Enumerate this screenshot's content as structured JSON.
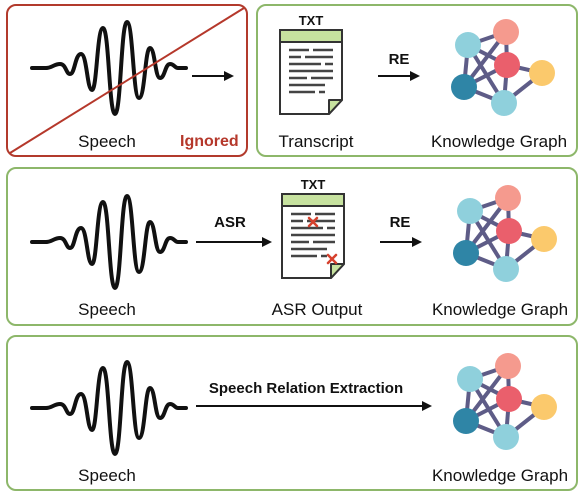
{
  "rows": [
    {
      "speech_label": "Speech",
      "ignored_label": "Ignored",
      "doc_header": "TXT",
      "doc_label": "Transcript",
      "arrow_label": "RE",
      "graph_label": "Knowledge Graph"
    },
    {
      "speech_label": "Speech",
      "asr_arrow_label": "ASR",
      "doc_header": "TXT",
      "doc_label": "ASR Output",
      "arrow_label": "RE",
      "graph_label": "Knowledge Graph"
    },
    {
      "speech_label": "Speech",
      "arrow_label": "Speech Relation Extraction",
      "graph_label": "Knowledge Graph"
    }
  ],
  "colors": {
    "panel_border": "#8db76a",
    "ignored_border": "#b23a2c",
    "doc_header": "#c7e29f",
    "node_teal": "#8fd0dc",
    "node_pink": "#f59a8e",
    "node_red": "#ea5f6c",
    "node_orange": "#fbc96c",
    "node_blue": "#2f85a6",
    "edge": "#5e5c87"
  },
  "icons": [
    "waveform-icon",
    "document-icon",
    "error-mark-icon",
    "knowledge-graph-icon",
    "arrow-icon"
  ]
}
